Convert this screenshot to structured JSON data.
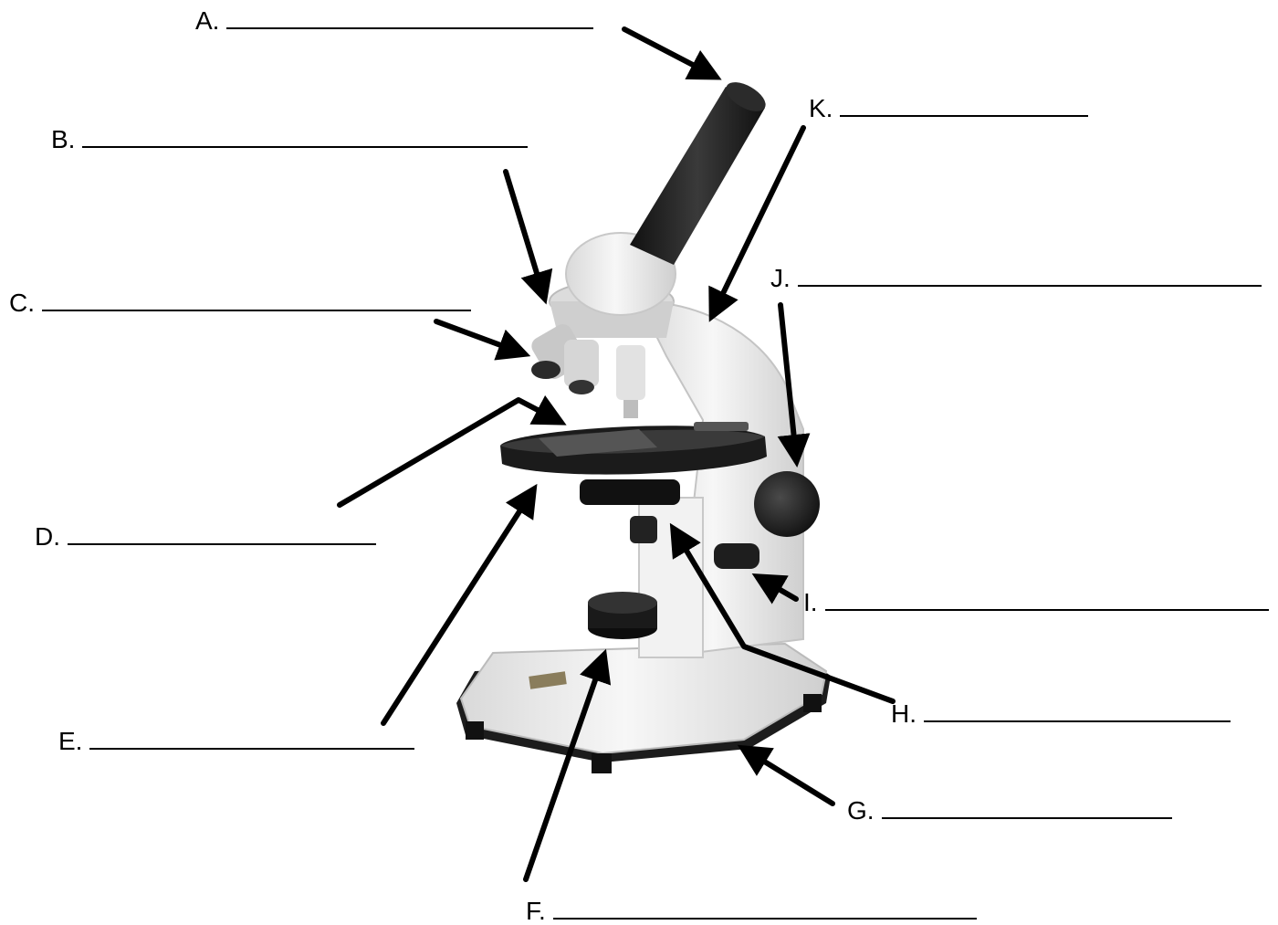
{
  "labels": [
    {
      "id": "A",
      "text": "A."
    },
    {
      "id": "B",
      "text": "B."
    },
    {
      "id": "C",
      "text": "C."
    },
    {
      "id": "D",
      "text": "D."
    },
    {
      "id": "E",
      "text": "E."
    },
    {
      "id": "F",
      "text": "F."
    },
    {
      "id": "G",
      "text": "G."
    },
    {
      "id": "H",
      "text": "H."
    },
    {
      "id": "I",
      "text": "I."
    },
    {
      "id": "J",
      "text": "J."
    },
    {
      "id": "K",
      "text": "K."
    }
  ],
  "colors": {
    "ink": "#000000",
    "body": "#ececec",
    "dark": "#222222"
  }
}
